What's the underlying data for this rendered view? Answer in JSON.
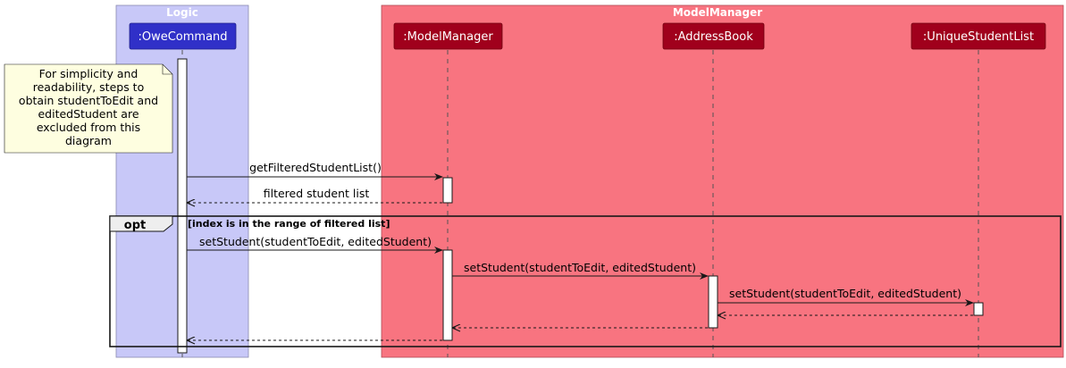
{
  "boxes": {
    "logic": {
      "title": "Logic",
      "color": "#c8c8f8"
    },
    "model_manager": {
      "title": "ModelManager",
      "color": "#f87480"
    }
  },
  "participants": {
    "owe_command": {
      "label": ":OweCommand",
      "color": "#3030c8"
    },
    "model_manager": {
      "label": ":ModelManager",
      "color": "#a0001c"
    },
    "address_book": {
      "label": ":AddressBook",
      "color": "#a0001c"
    },
    "unique_student_list": {
      "label": ":UniqueStudentList",
      "color": "#a0001c"
    }
  },
  "note": {
    "lines": [
      "For simplicity and",
      "readability, steps to",
      "obtain studentToEdit and",
      "editedStudent are",
      "excluded from this",
      "diagram"
    ],
    "color": "#fefee0"
  },
  "messages": {
    "get_filtered": "getFilteredStudentList()",
    "filtered_return": "filtered student list",
    "set_student_1": "setStudent(studentToEdit, editedStudent)",
    "set_student_2": "setStudent(studentToEdit, editedStudent)",
    "set_student_3": "setStudent(studentToEdit, editedStudent)"
  },
  "opt_frame": {
    "label": "opt",
    "guard": "[index is in the range of filtered list]"
  }
}
